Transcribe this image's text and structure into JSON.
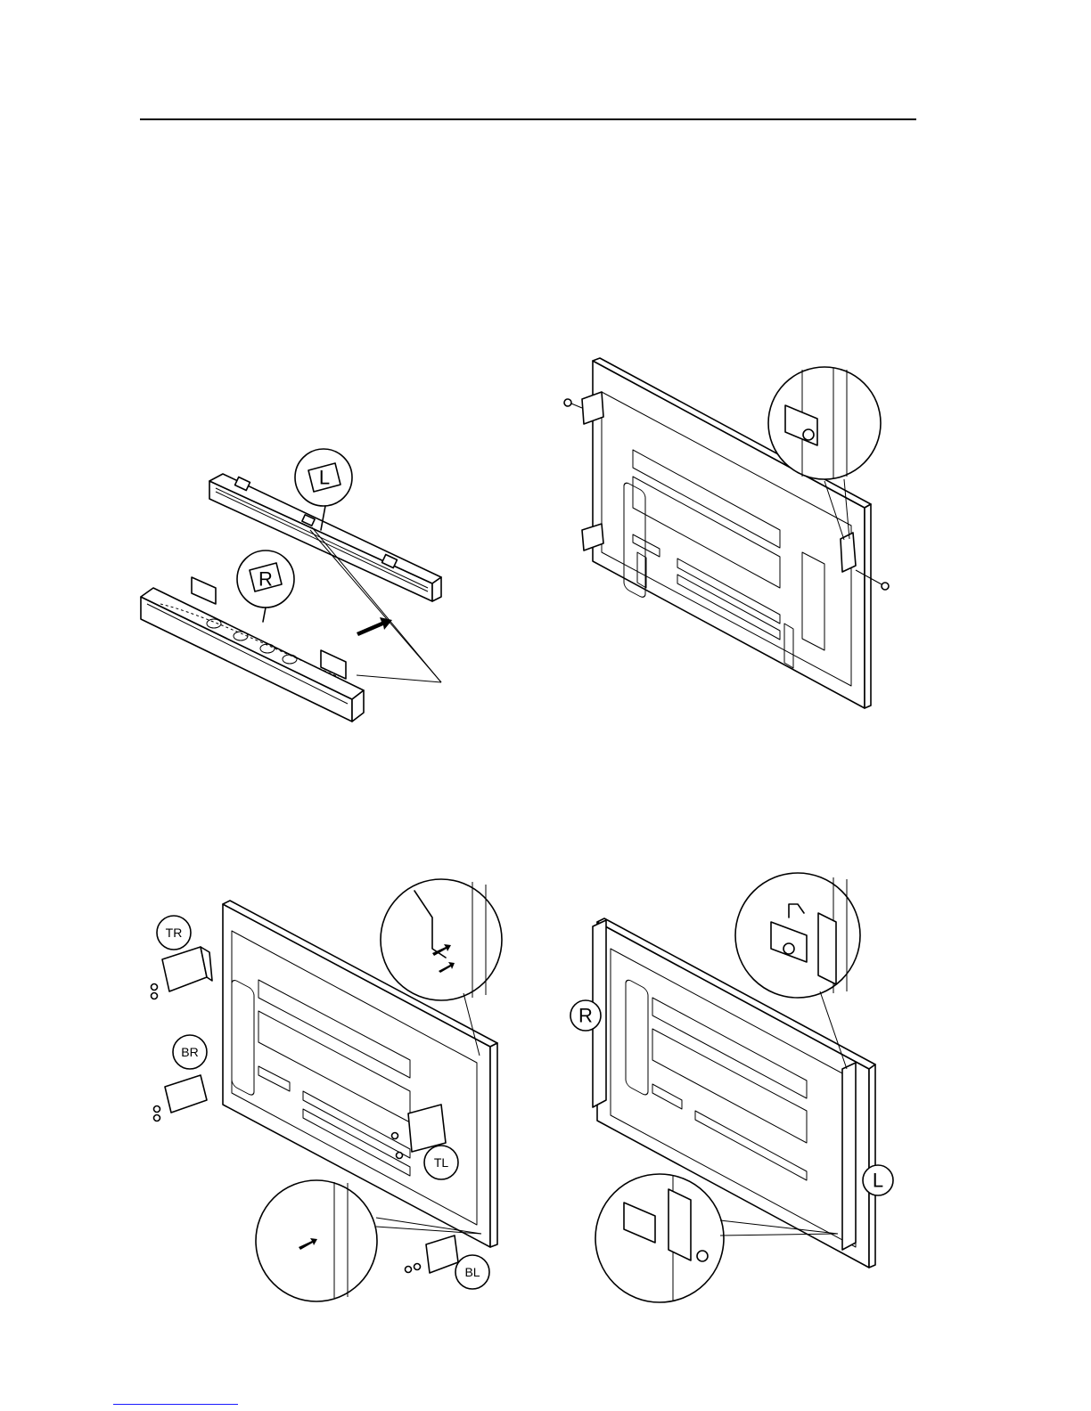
{
  "figures": {
    "rails": {
      "label_top": "L",
      "label_bottom": "R"
    },
    "bracket_labels": {
      "top_right": "TR",
      "bottom_right": "BR",
      "top_left": "TL",
      "bottom_left": "BL"
    },
    "mount_labels": {
      "left_side": "R",
      "right_side": "L"
    }
  }
}
